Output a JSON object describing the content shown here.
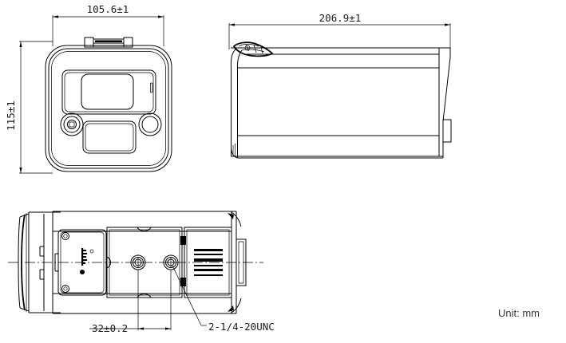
{
  "drawing": {
    "title": "camera-dimension-drawing",
    "background_color": "#ffffff",
    "line_color": "#000000",
    "unit_note": "Unit: mm"
  },
  "views": {
    "front": {
      "name": "front-view",
      "width_dimension": "105.6±1",
      "height_dimension": "115±1"
    },
    "side": {
      "name": "side-view",
      "length_dimension": "206.9±1"
    },
    "bottom": {
      "name": "bottom-view",
      "mount_spacing_dimension": "32±0.2",
      "thread_callout": "2-1/4-20UNC"
    }
  },
  "labels": {
    "front_width": "105.6±1",
    "front_height": "115±1",
    "side_length": "206.9±1",
    "bottom_spacing": "32±0.2",
    "thread_spec": "2-1/4-20UNC",
    "unit": "Unit: mm"
  }
}
